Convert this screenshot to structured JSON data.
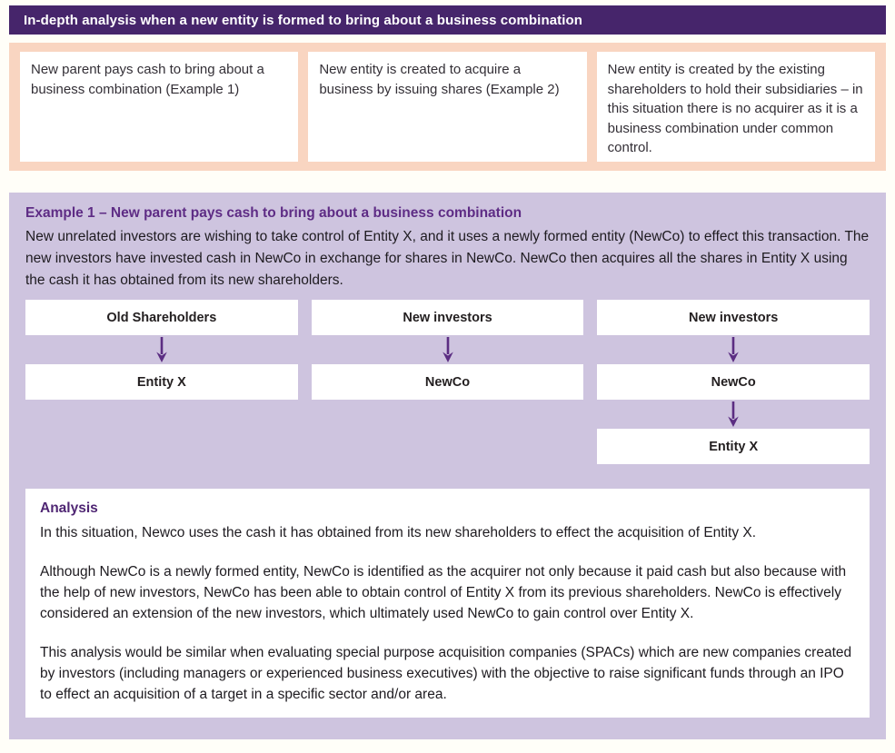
{
  "header": {
    "title": "In-depth analysis when a new entity is formed to bring about a business combination"
  },
  "overview": {
    "cards": [
      "New parent pays cash to bring about a business combination (Example 1)",
      "New entity is created to acquire a business by issuing shares (Example 2)",
      "New entity is created by the existing shareholders to hold their subsidiaries – in this situation there is no acquirer as it is a business combination under common control."
    ]
  },
  "example": {
    "title": "Example 1 – New parent pays cash to bring about a business combination",
    "intro": "New unrelated investors are wishing to take control of Entity X, and it uses a newly formed entity (NewCo) to effect this transaction. The new investors have invested cash in NewCo in exchange for shares in NewCo. NewCo then acquires all the shares in Entity X using the cash it has obtained from its new shareholders.",
    "diagram": {
      "columns": [
        {
          "nodes": [
            "Old Shareholders",
            "Entity X"
          ]
        },
        {
          "nodes": [
            "New investors",
            "NewCo"
          ]
        },
        {
          "nodes": [
            "New investors",
            "NewCo",
            "Entity X"
          ]
        }
      ]
    },
    "analysis": {
      "title": "Analysis",
      "paragraphs": [
        "In this situation, Newco uses the cash it has obtained from its new shareholders to effect the acquisition of Entity X.",
        "Although NewCo is a newly formed entity, NewCo is identified as the acquirer not only because it paid cash but also because with the help of new investors, NewCo has been able to obtain control of Entity X from its previous shareholders. NewCo is effectively considered an extension of the new investors, which ultimately used NewCo to gain control over Entity X.",
        "This analysis would be similar when evaluating special purpose acquisition companies (SPACs) which are new companies created by investors (including managers or experienced business executives) with the objective to raise significant funds through an IPO to effect an acquisition of a target in a specific sector and/or area."
      ]
    }
  },
  "colors": {
    "header_bg": "#46256b",
    "peach_band": "#f9d5c1",
    "panel_bg": "#cec4df",
    "accent_purple": "#5e2c85",
    "arrow_purple": "#5b2d82",
    "body_text": "#1e1b20"
  }
}
